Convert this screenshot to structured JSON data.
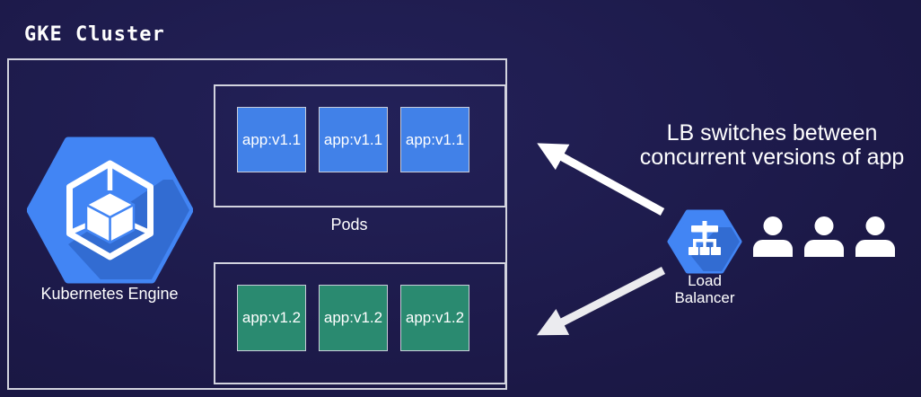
{
  "title": "GKE Cluster",
  "cluster": {
    "engine": {
      "label": "Kubernetes Engine",
      "icon": "gke-hexagon-cube-icon"
    },
    "pods_label": "Pods",
    "pod_rows": [
      {
        "version": "v1.1",
        "color": "#4181e8",
        "pods": [
          "app:v1.1",
          "app:v1.1",
          "app:v1.1"
        ]
      },
      {
        "version": "v1.2",
        "color": "#2a8a70",
        "pods": [
          "app:v1.2",
          "app:v1.2",
          "app:v1.2"
        ]
      }
    ]
  },
  "annotation": {
    "line1": "LB switches between",
    "line2": "concurrent versions of app"
  },
  "load_balancer": {
    "label": "Load Balancer",
    "label_line1": "Load",
    "label_line2": "Balancer",
    "icon": "load-balancer-hexagon-icon"
  },
  "users": {
    "count": 3,
    "icon": "user-icon"
  },
  "arrows": [
    {
      "name": "arrow-to-v1-pods",
      "from": "load-balancer",
      "to": "pods-v1.1-row",
      "color": "#ffffff"
    },
    {
      "name": "arrow-to-v2-pods",
      "from": "load-balancer",
      "to": "pods-v1.2-row",
      "color": "#ebebef"
    }
  ],
  "colors": {
    "background": "#1b1846",
    "pod_blue": "#4181e8",
    "pod_green": "#2a8a70",
    "hexagon_blue": "#4285f4",
    "hexagon_shadow": "#123a8f",
    "border_light": "#d2d3de",
    "arrow_white": "#ffffff",
    "arrow_light": "#ebebef",
    "text": "#ffffff"
  }
}
